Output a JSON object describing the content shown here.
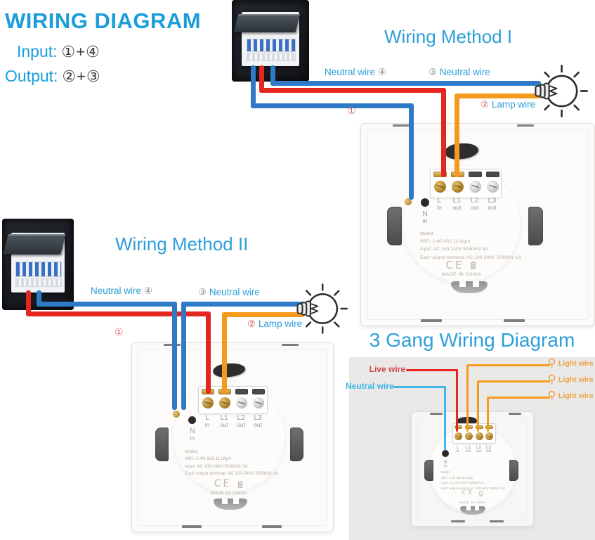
{
  "title": "WIRING DIAGRAM",
  "legend": {
    "input_label": "Input:",
    "input_nums": "①+④",
    "output_label": "Output:",
    "output_nums": "②+③"
  },
  "method1": {
    "heading": "Wiring Method I",
    "neutral_a_text": "Neutral wire",
    "neutral_a_num": "④",
    "neutral_b_num": "③",
    "neutral_b_text": "Neutral wire",
    "lamp_num": "②",
    "lamp_text": "Lamp wire",
    "live_num": "①"
  },
  "method2": {
    "heading": "Wiring Method II",
    "neutral_a_text": "Neutral wire",
    "neutral_a_num": "④",
    "neutral_b_num": "③",
    "neutral_b_text": "Neutral wire",
    "lamp_num": "②",
    "lamp_text": "Lamp wire",
    "live_num": "①"
  },
  "gang3": {
    "heading": "3 Gang Wiring Diagram",
    "live_label": "Live wire",
    "neutral_label": "Neutral wire",
    "light_labels": [
      "Light wire",
      "Light wire",
      "Light wire"
    ]
  },
  "switch_labels": {
    "n": "N",
    "in": "in",
    "out": "out",
    "l": "L",
    "l1": "L1",
    "l2": "L2",
    "l3": "L3",
    "model_lines": [
      "Model:",
      "WiFi: 2.4G 802.11 b/g/n",
      "Input: AC 100-240V 50/60Hz 3A",
      "Each output terminal: AC 100-240V 50/60Hz 1A"
    ],
    "ce": "CE",
    "made_in": "MADE IN CHINA"
  },
  "colors": {
    "accent_blue": "#2d9fd8",
    "wire_blue": "#2e7ac6",
    "wire_red": "#e42620",
    "wire_orange": "#f49b1d",
    "wire_cyan": "#41b7e9",
    "label_red": "#d4606a",
    "label_orange": "#eca243",
    "panel_gray": "#ebe9e7"
  }
}
